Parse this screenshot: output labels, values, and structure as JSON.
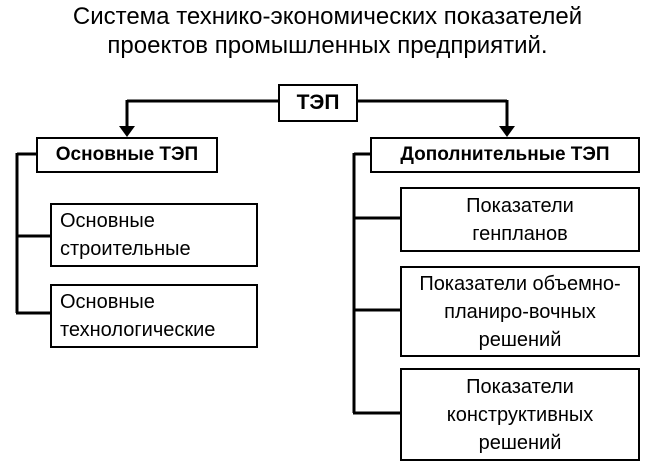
{
  "title": {
    "line1": "Система технико-экономических показателей",
    "line2": "проектов промышленных предприятий."
  },
  "root": {
    "label": "ТЭП"
  },
  "main": {
    "label": "Основные ТЭП",
    "items": [
      {
        "line1": "Основные",
        "line2": "строительные"
      },
      {
        "line1": "Основные",
        "line2": "технологические"
      }
    ]
  },
  "additional": {
    "label": "Дополнительные ТЭП",
    "items": [
      {
        "line1": "Показатели",
        "line2": "генпланов"
      },
      {
        "line1": "Показатели объемно-",
        "line2": "планиро-вочных",
        "line3": "решений"
      },
      {
        "line1": "Показатели",
        "line2": "конструктивных",
        "line3": "решений"
      }
    ]
  }
}
